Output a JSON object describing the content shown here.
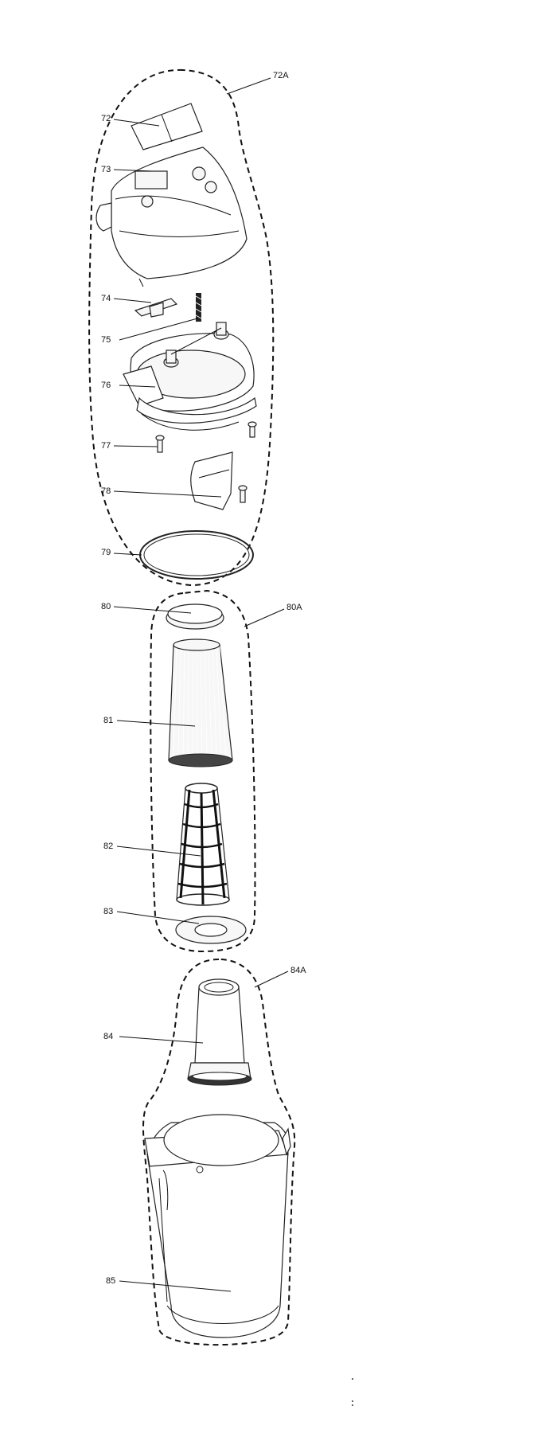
{
  "diagram": {
    "groups": [
      {
        "id": "72A",
        "label": "72A"
      },
      {
        "id": "80A",
        "label": "80A"
      },
      {
        "id": "84A",
        "label": "84A"
      }
    ],
    "parts": [
      {
        "id": "72",
        "label": "72"
      },
      {
        "id": "73",
        "label": "73"
      },
      {
        "id": "74",
        "label": "74"
      },
      {
        "id": "75",
        "label": "75"
      },
      {
        "id": "76",
        "label": "76"
      },
      {
        "id": "77",
        "label": "77"
      },
      {
        "id": "78",
        "label": "78"
      },
      {
        "id": "79",
        "label": "79"
      },
      {
        "id": "80",
        "label": "80"
      },
      {
        "id": "81",
        "label": "81"
      },
      {
        "id": "82",
        "label": "82"
      },
      {
        "id": "83",
        "label": "83"
      },
      {
        "id": "84",
        "label": "84"
      },
      {
        "id": "85",
        "label": "85"
      }
    ]
  }
}
